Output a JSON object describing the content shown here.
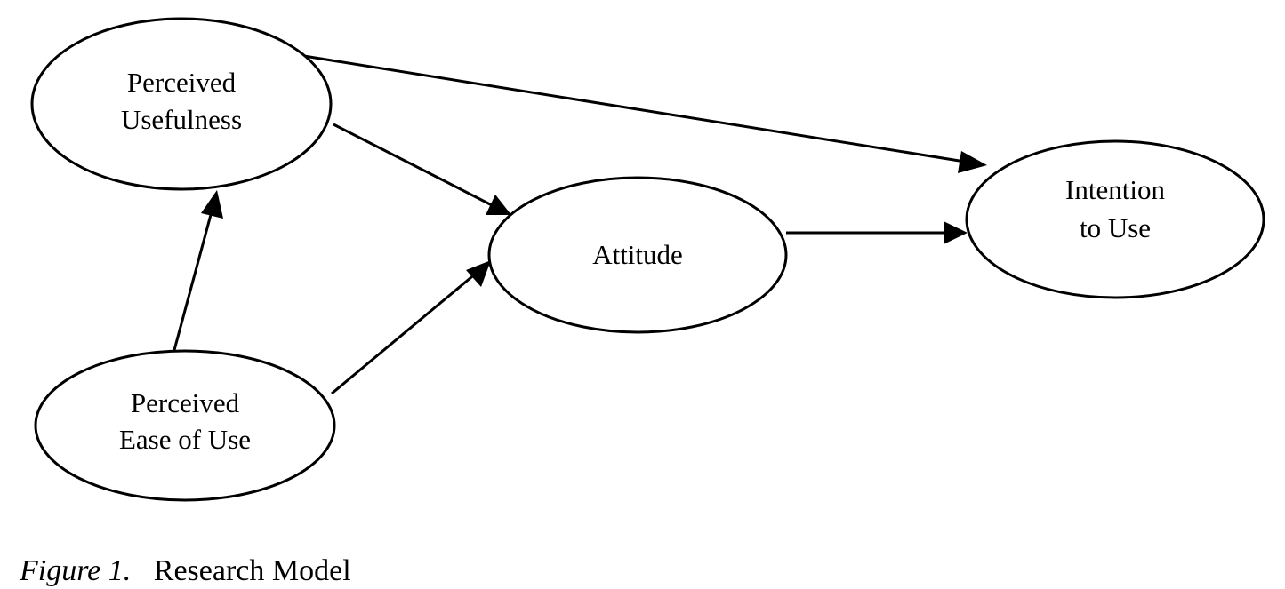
{
  "diagram": {
    "nodes": {
      "usefulness": {
        "line1": "Perceived",
        "line2": "Usefulness"
      },
      "ease": {
        "line1": "Perceived",
        "line2": "Ease of Use"
      },
      "attitude": {
        "line1": "Attitude"
      },
      "intention": {
        "line1": "Intention",
        "line2": "to Use"
      }
    },
    "edges": [
      {
        "from": "Perceived Usefulness",
        "to": "Intention to Use"
      },
      {
        "from": "Perceived Usefulness",
        "to": "Attitude"
      },
      {
        "from": "Perceived Ease of Use",
        "to": "Perceived Usefulness"
      },
      {
        "from": "Perceived Ease of Use",
        "to": "Attitude"
      },
      {
        "from": "Attitude",
        "to": "Intention to Use"
      }
    ]
  },
  "caption": {
    "figure_number": "Figure 1.",
    "title": "Research Model"
  }
}
